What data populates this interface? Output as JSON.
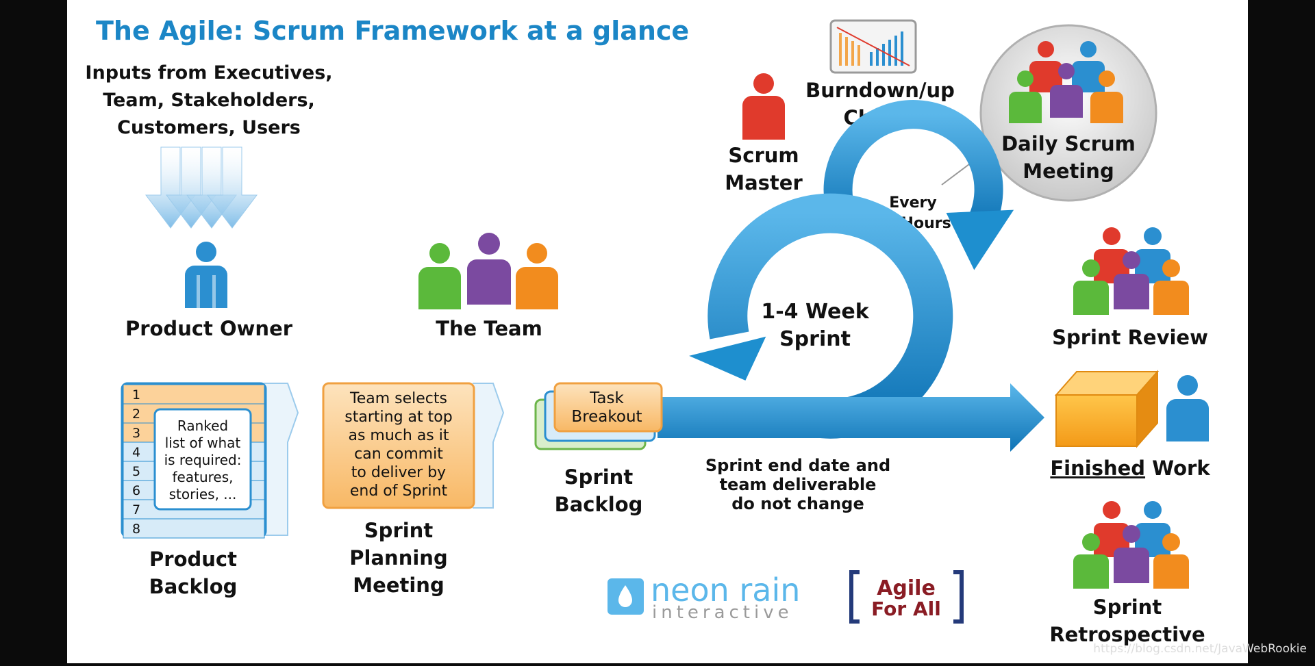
{
  "title": "The Agile: Scrum Framework at a glance",
  "inputs": [
    "Inputs from Executives,",
    "Team, Stakeholders,",
    "Customers, Users"
  ],
  "product_owner": "Product Owner",
  "the_team": "The Team",
  "scrum_master": [
    "Scrum",
    "Master"
  ],
  "burndown": [
    "Burndown/up",
    "Charts"
  ],
  "daily_scrum": [
    "Daily Scrum",
    "Meeting"
  ],
  "every_24": [
    "Every",
    "24 Hours"
  ],
  "sprint_cycle": [
    "1-4 Week",
    "Sprint"
  ],
  "sprint_review": "Sprint Review",
  "finished_work": {
    "underlined": "Finished",
    "rest": " Work"
  },
  "sprint_retro": [
    "Sprint",
    "Retrospective"
  ],
  "product_backlog": {
    "rows": [
      "1",
      "2",
      "3",
      "4",
      "5",
      "6",
      "7",
      "8"
    ],
    "note": [
      "Ranked",
      "list of what",
      "is required:",
      "features,",
      "stories, ..."
    ],
    "label": [
      "Product",
      "Backlog"
    ]
  },
  "sprint_planning": {
    "note": [
      "Team selects",
      "starting at top",
      "as much as it",
      "can commit",
      "to deliver by",
      "end of Sprint"
    ],
    "label": [
      "Sprint",
      "Planning",
      "Meeting"
    ]
  },
  "sprint_backlog": {
    "task": [
      "Task",
      "Breakout"
    ],
    "label": [
      "Sprint",
      "Backlog"
    ]
  },
  "end_date": [
    "Sprint end date and",
    "team deliverable",
    "do not change"
  ],
  "logos": {
    "neon_main": "neon rain",
    "neon_sub": "interactive",
    "agile_1": "Agile",
    "agile_2": "For All"
  },
  "watermark": "https://blog.csdn.net/JavaWebRookie",
  "colors": {
    "title": "#1b86c6",
    "arrow_blue": "#1e8fcf",
    "person_blue": "#2b8fd0",
    "person_red": "#e03a2c",
    "person_green": "#5bb93b",
    "person_purple": "#7b4aa0",
    "person_orange": "#f28c1e",
    "note_orange": "#fcd29a"
  }
}
